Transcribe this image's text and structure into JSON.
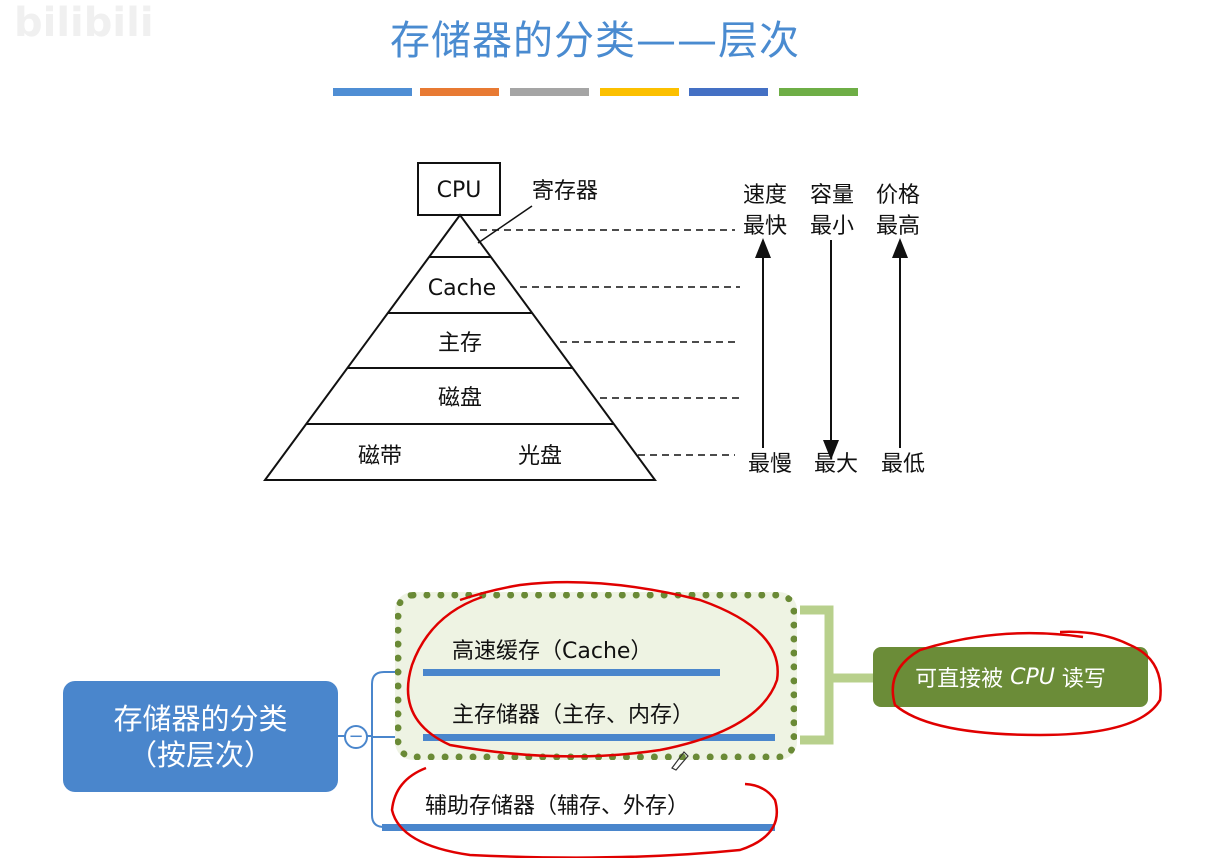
{
  "watermark": "bilibili",
  "title": "存储器的分类——层次",
  "colors": {
    "title": "#4a8bd0",
    "bars": [
      "#4f8ed4",
      "#e87a33",
      "#a5a5a5",
      "#fcc000",
      "#4470c4",
      "#6eae46"
    ],
    "root": "#4a86cc",
    "group_border": "#6a8a36",
    "cpu_button": "#6b8c38",
    "annotation": "#e00000"
  },
  "pyramid": {
    "cpu": "CPU",
    "register": "寄存器",
    "levels": [
      "Cache",
      "主存",
      "磁盘"
    ],
    "bottom_left": "磁带",
    "bottom_right": "光盘"
  },
  "metrics": [
    {
      "name": "速度",
      "top": "最快",
      "bottom": "最慢",
      "direction": "up"
    },
    {
      "name": "容量",
      "top": "最小",
      "bottom": "最大",
      "direction": "down"
    },
    {
      "name": "价格",
      "top": "最高",
      "bottom": "最低",
      "direction": "up"
    }
  ],
  "mindmap": {
    "root_line1": "存储器的分类",
    "root_line2": "（按层次）",
    "collapse_symbol": "−",
    "items": [
      "高速缓存（Cache）",
      "主存储器（主存、内存）",
      "辅助存储器（辅存、外存）"
    ],
    "group_note_prefix": "可直接被 ",
    "group_note_cpu": "CPU",
    "group_note_suffix": " 读写"
  }
}
